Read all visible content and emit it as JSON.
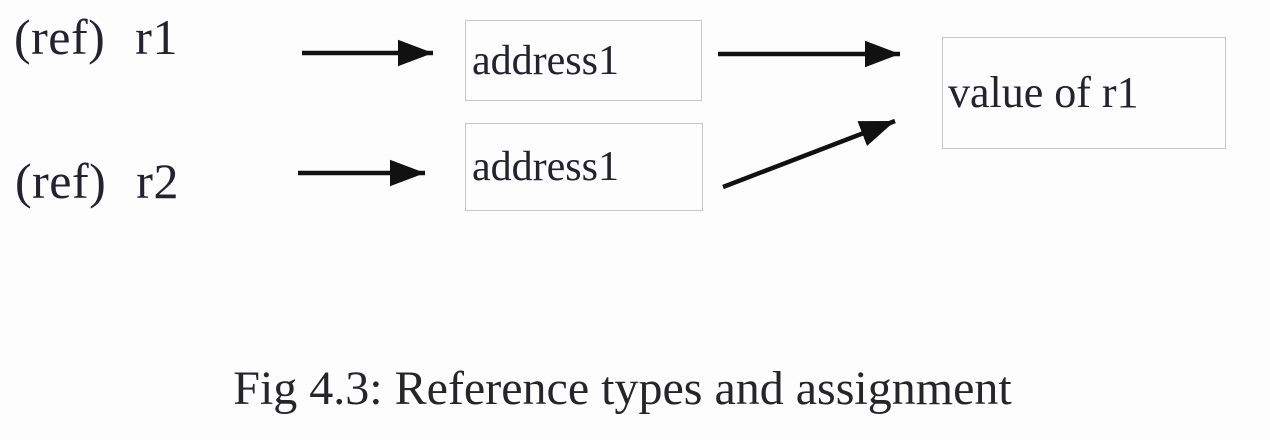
{
  "figure": {
    "background": "#fdfdfd",
    "references": [
      {
        "prefix": "(ref)",
        "name": "r1"
      },
      {
        "prefix": "(ref)",
        "name": "r2"
      }
    ],
    "memory_cells": [
      {
        "label": "address1"
      },
      {
        "label": "address1"
      }
    ],
    "value_box": {
      "label": "value of r1"
    },
    "arrows": [
      {
        "name": "arrow-r1-to-cell1",
        "from": "(ref) r1",
        "to": "address1 (top box)"
      },
      {
        "name": "arrow-r2-to-cell2",
        "from": "(ref) r2",
        "to": "address1 (bottom box)"
      },
      {
        "name": "arrow-cell1-to-value",
        "from": "address1 (top box)",
        "to": "value of r1"
      },
      {
        "name": "arrow-cell2-to-value",
        "from": "address1 (bottom box)",
        "to": "value of r1"
      }
    ],
    "caption": "Fig 4.3: Reference types and assignment",
    "colors": {
      "arrow": "#111111",
      "box_border": "#c7c7c7",
      "diagram_text": "#222230",
      "caption_text": "#26262a"
    }
  }
}
